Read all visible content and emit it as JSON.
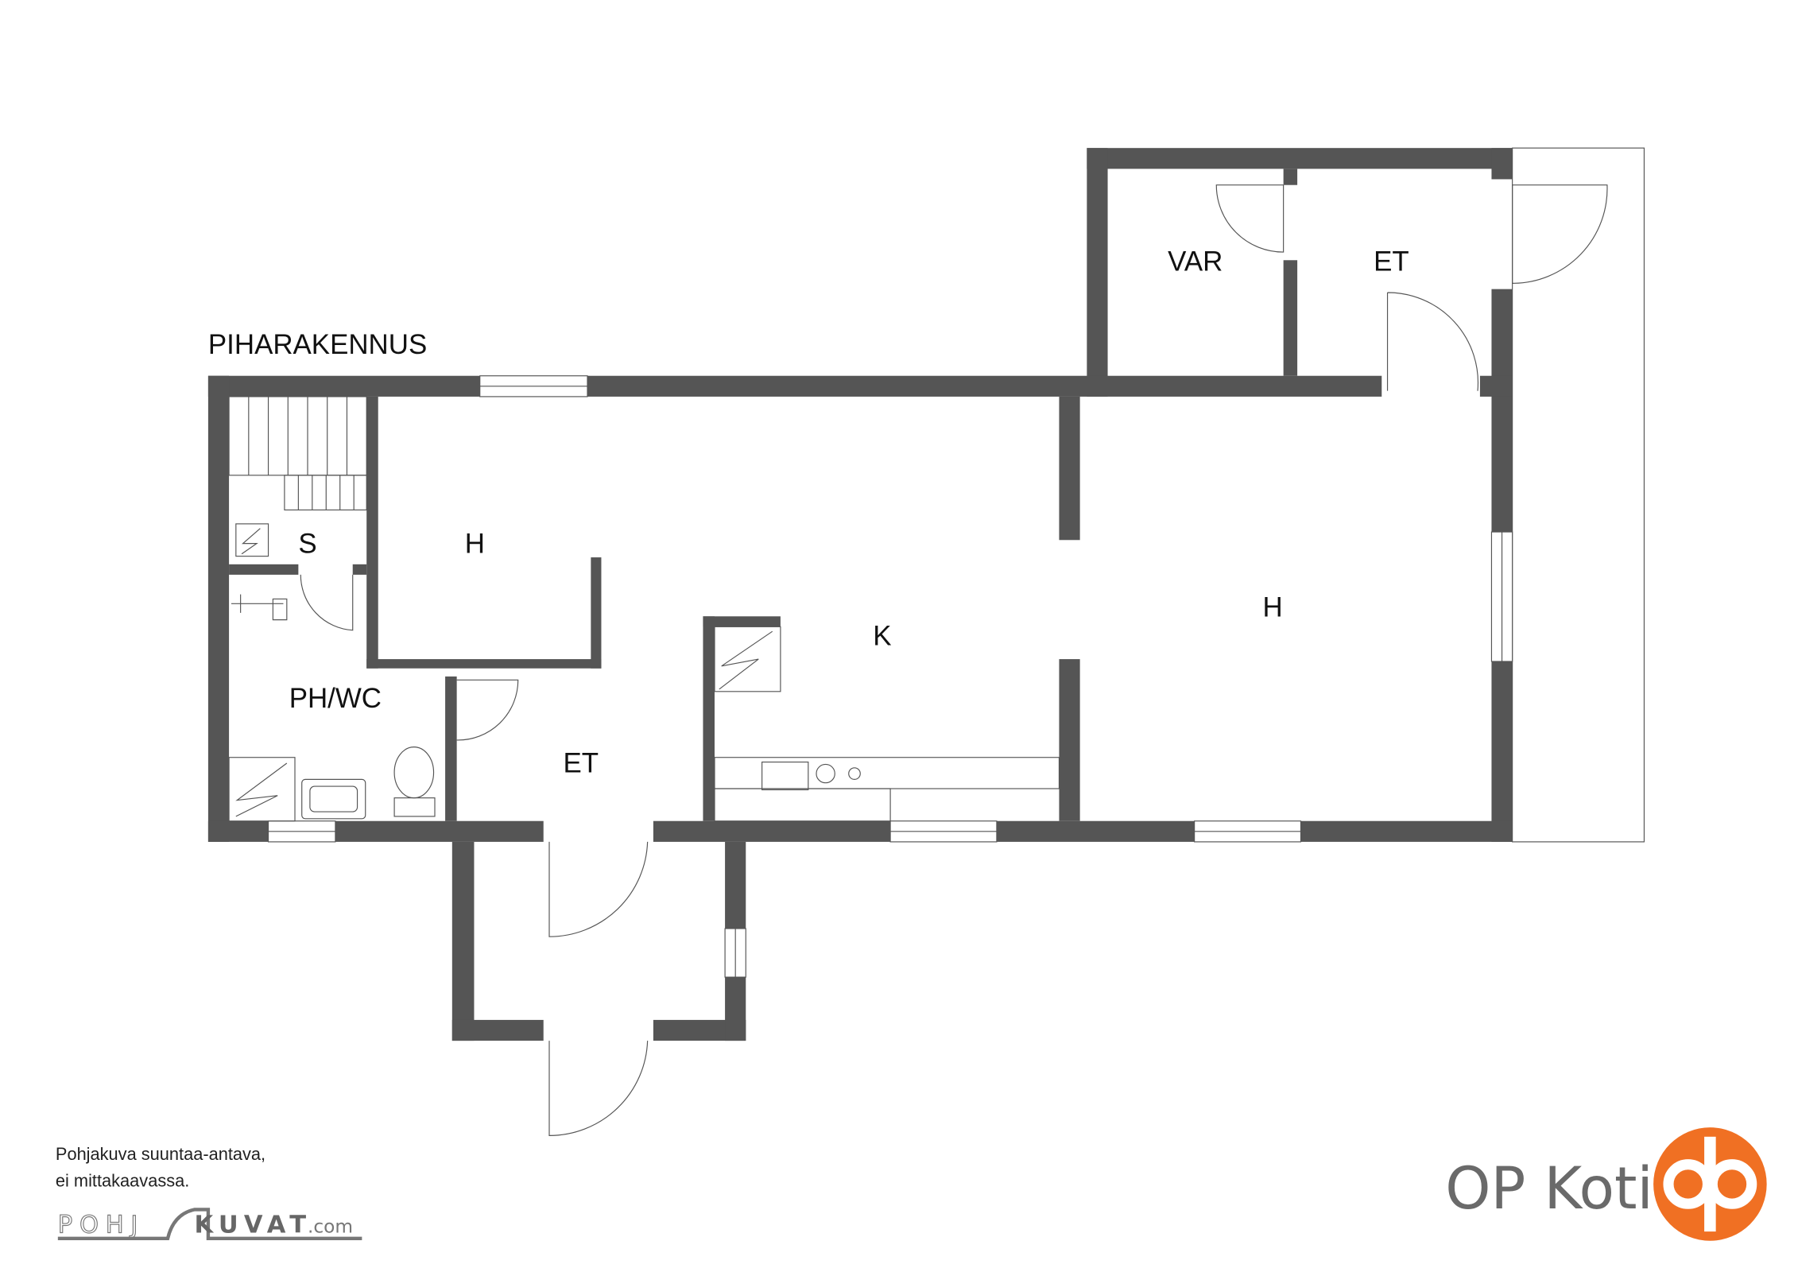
{
  "building_label": "PIHARAKENNUS",
  "rooms": {
    "var": "VAR",
    "et_upper": "ET",
    "s": "S",
    "h_small": "H",
    "k": "K",
    "h_large": "H",
    "ph_wc": "PH/WC",
    "et_lower": "ET"
  },
  "disclaimer": {
    "line1": "Pohjakuva suuntaa-antava,",
    "line2": "ei mittakaavassa."
  },
  "pohjakuvat_logo": {
    "left": "POHJ",
    "right": "KUVAT",
    "suffix": ".com"
  },
  "op_logo": {
    "text": "OP Koti",
    "color": "#f07023"
  },
  "colors": {
    "wall": "#555555"
  }
}
